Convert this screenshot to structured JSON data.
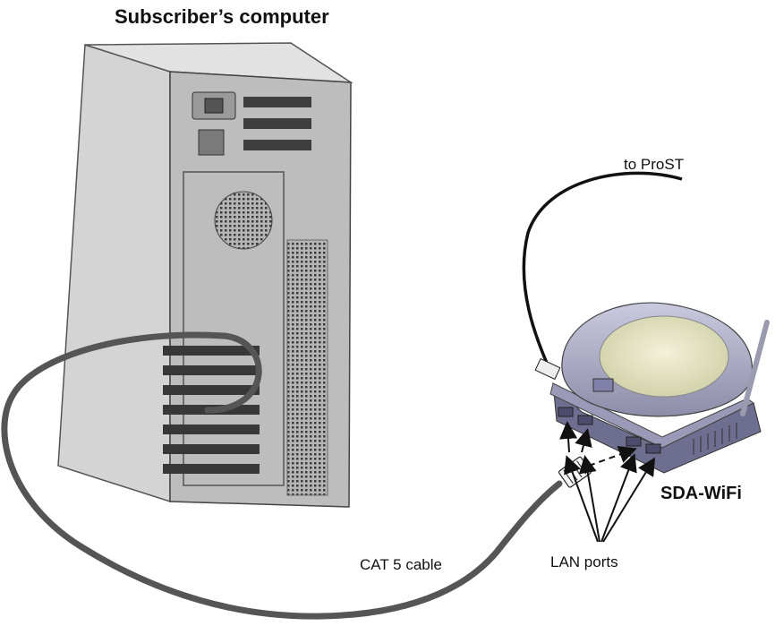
{
  "diagram": {
    "computer_title": "Subscriber’s computer",
    "cable_label": "CAT 5 cable",
    "uplink_label": "to ProST",
    "device_label": "SDA-WiFi",
    "ports_label": "LAN ports"
  }
}
